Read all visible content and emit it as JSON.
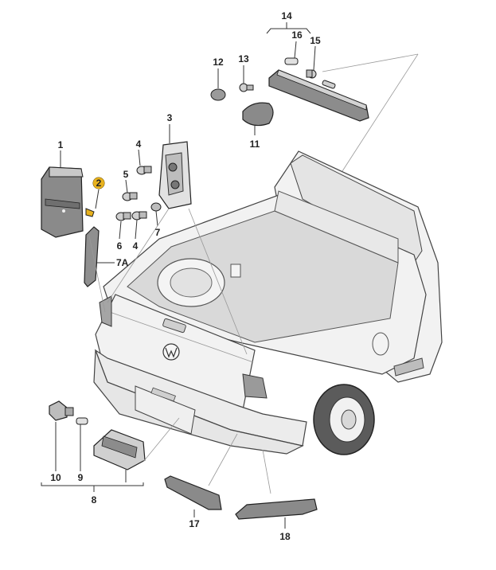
{
  "labels": {
    "l1": "1",
    "l2": "2",
    "l3": "3",
    "l4a": "4",
    "l4b": "4",
    "l5": "5",
    "l6": "6",
    "l7": "7",
    "l7a": "7A",
    "l8": "8",
    "l9": "9",
    "l10": "10",
    "l11": "11",
    "l12": "12",
    "l13": "13",
    "l14": "14",
    "l15": "15",
    "l16": "16",
    "l17": "17",
    "l18": "18"
  },
  "colors": {
    "highlight": "#e8b21e",
    "line": "#333333",
    "part": "#c9c9c9"
  },
  "icons": {
    "brand_badge": "vw-logo-icon"
  }
}
